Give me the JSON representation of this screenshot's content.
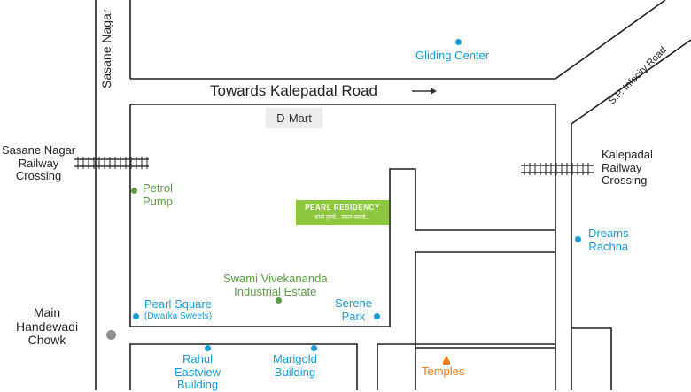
{
  "roads": {
    "towards_kalepadal": "Towards Kalepadal Road",
    "sasane_nagar": "Sasane Nagar",
    "sp_infocity": "S.P. Infocity Road"
  },
  "landmarks": {
    "dmart": "D-Mart",
    "gliding_center": "Gliding Center",
    "sasane_crossing": [
      "Sasane Nagar",
      "Railway",
      "Crossing"
    ],
    "kalepadal_crossing": [
      "Kalepadal",
      "Railway",
      "Crossing"
    ],
    "petrol_pump": [
      "Petrol",
      "Pump"
    ],
    "dreams_rachna": [
      "Dreams",
      "Rachna"
    ],
    "swami_vivekananda": [
      "Swami Vivekananda",
      "Industrial Estate"
    ],
    "serene_park": [
      "Serene",
      "Park"
    ],
    "pearl_square": "Pearl Square",
    "pearl_square_note": "(Dwarka Sweets)",
    "main_chowk": [
      "Main",
      "Handewadi",
      "Chowk"
    ],
    "rahul_eastview": [
      "Rahul",
      "Eastview",
      "Building"
    ],
    "marigold": [
      "Marigold",
      "Building"
    ],
    "temples": "Temples"
  },
  "project": {
    "name": "PEARL RESIDENCY",
    "tagline": "सपने तुमचे... प्रयत्न आमचे..."
  },
  "colors": {
    "road_line": "#1f1f1f",
    "blue_label": "#1a9ad6",
    "green_label": "#5d9a46",
    "orange_label": "#f07b16",
    "project_badge": "#8dc63f",
    "junction_dot": "#8e8e8e"
  },
  "icons": [
    "railway-track-icon",
    "arrow-right-icon",
    "location-dot-icon",
    "temple-icon"
  ]
}
